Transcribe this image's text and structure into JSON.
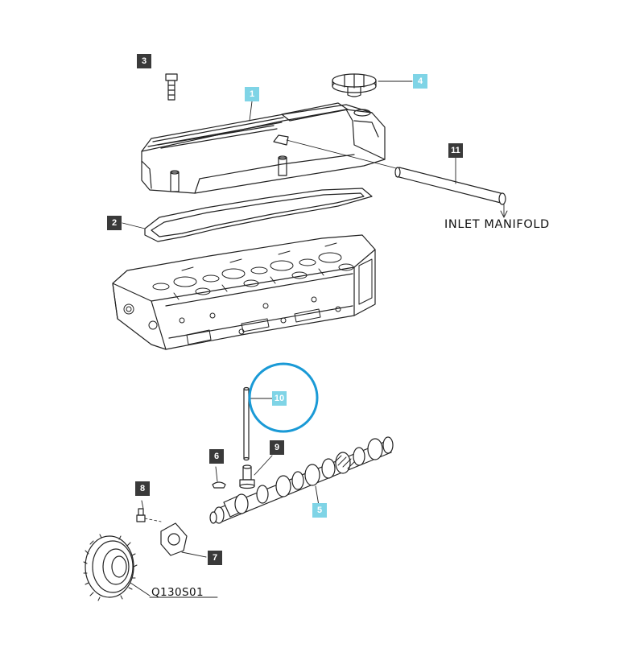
{
  "diagram": {
    "callouts": [
      {
        "id": "c1",
        "text": "1"
      },
      {
        "id": "c2",
        "text": "2"
      },
      {
        "id": "c3",
        "text": "3"
      },
      {
        "id": "c4",
        "text": "4"
      },
      {
        "id": "c5",
        "text": "5"
      },
      {
        "id": "c6",
        "text": "6"
      },
      {
        "id": "c7",
        "text": "7"
      },
      {
        "id": "c8",
        "text": "8"
      },
      {
        "id": "c9",
        "text": "9"
      },
      {
        "id": "c10",
        "text": "10"
      },
      {
        "id": "c11",
        "text": "11"
      }
    ],
    "inlet_label": "INLET MANIFOLD",
    "drawing_code": "Q130S01",
    "highlight_color": "#1a9ad6",
    "accent_callout_color": "#7fd4e6",
    "dark_callout_color": "#3a3a3a"
  }
}
